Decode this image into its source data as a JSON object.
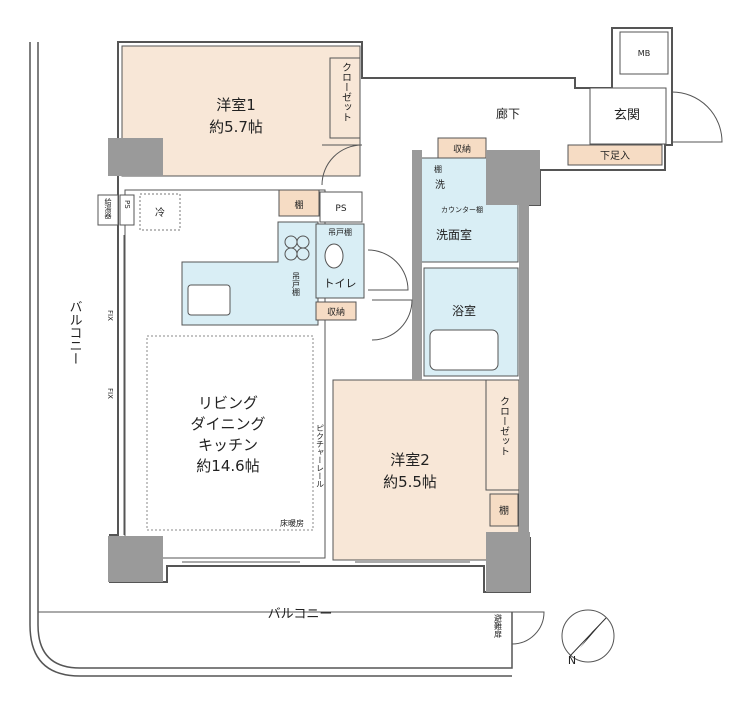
{
  "rooms": {
    "bedroom1": {
      "name": "洋室1",
      "size": "約5.7帖"
    },
    "bedroom2": {
      "name": "洋室2",
      "size": "約5.5帖"
    },
    "ldk": {
      "line1": "リビング",
      "line2": "ダイニング",
      "line3": "キッチン",
      "size": "約14.6帖"
    },
    "washroom": "洗面室",
    "bathroom": "浴室",
    "toilet": "トイレ",
    "hallway": "廊下",
    "entrance": "玄関"
  },
  "storage": {
    "closet1": "クローゼット",
    "closet2": "クローゼット",
    "shelf1": "棚",
    "shelf2": "棚",
    "storage_hall": "収納",
    "storage_toilet": "収納",
    "shoe_box": "下足入",
    "hanging_shelf_a": "吊戸棚",
    "hanging_shelf_b": "吊戸棚",
    "wash_shelf": "棚",
    "counter": "カウンター棚"
  },
  "equipment": {
    "ps1": "PS",
    "ps2": "PS",
    "mb": "MB",
    "water_heater": "給湯器",
    "fridge": "冷",
    "washer": "洗",
    "floor_heating": "床暖房",
    "picture_rail": "ピクチャーレール",
    "fix1": "FIX",
    "fix2": "FIX"
  },
  "outdoor": {
    "balcony_side": "バルコニー",
    "balcony_bottom": "バルコニー",
    "evacuation_hatch": "避難扉"
  },
  "colors": {
    "bedroom": "#f8e7d7",
    "wet": "#d9eef5",
    "shelf": "#f6dcc4",
    "wall": "#9a9a9a",
    "line": "#555555"
  },
  "compass": "N"
}
